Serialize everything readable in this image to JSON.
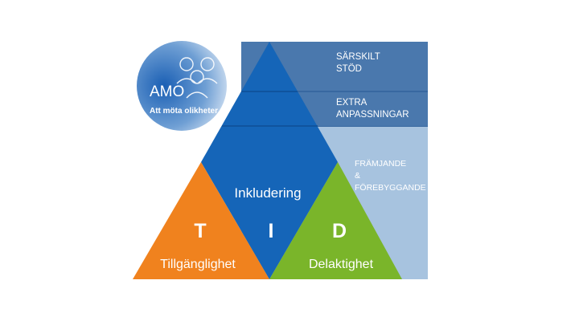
{
  "logo": {
    "title": "AMO",
    "subtitle": "Att möta olikheter"
  },
  "tiers": {
    "top": {
      "line1": "SÄRSKILT",
      "line2": "STÖD"
    },
    "middle": {
      "line1": "EXTRA",
      "line2": "ANPASSNINGAR"
    },
    "base": {
      "line1": "FRÄMJANDE",
      "line2": "&",
      "line3": "FÖREBYGGANDE"
    }
  },
  "triangles": {
    "left": {
      "letter": "T",
      "label": "Tillgänglighet",
      "color": "#f0821e"
    },
    "center": {
      "letter": "I",
      "label": "Inkludering",
      "color": "#1565b8"
    },
    "right": {
      "letter": "D",
      "label": "Delaktighet",
      "color": "#7ab52a"
    }
  },
  "colors": {
    "pyramid_blue": "#1565b8",
    "band_dark": "#4a78ad",
    "band_light": "#a7c3df",
    "logo_gradient_start": "#1a5fb4"
  }
}
